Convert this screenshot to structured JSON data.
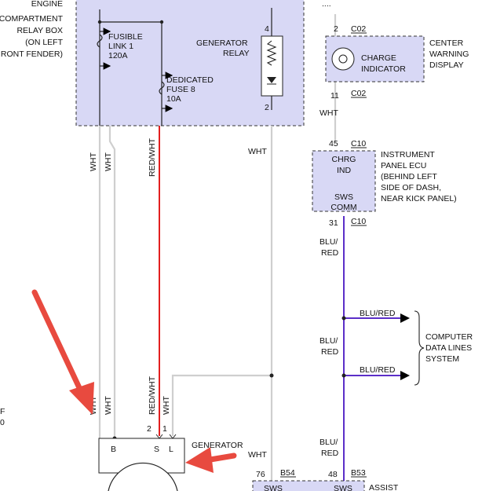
{
  "relay_box": {
    "label": [
      "ENGINE",
      "COMPARTMENT",
      "RELAY BOX",
      "(ON LEFT",
      "RONT FENDER)"
    ],
    "fusible_link": [
      "FUSIBLE",
      "LINK 1",
      "120A"
    ],
    "fuse": [
      "DEDICATED",
      "FUSE 8",
      "10A"
    ],
    "relay": [
      "GENERATOR",
      "RELAY"
    ],
    "relay_pins": {
      "top": "4",
      "bottom": "2"
    }
  },
  "charge_indicator": {
    "label": [
      "CHARGE",
      "INDICATOR"
    ],
    "display": [
      "CENTER",
      "WARNING",
      "DISPLAY"
    ],
    "top_pin": "2",
    "top_connector": "C02",
    "bottom_pin": "11",
    "bottom_connector": "C02",
    "top_dots": "...."
  },
  "ecu": {
    "top_pin": "45",
    "top_connector": "C10",
    "chrg": [
      "CHRG",
      "IND"
    ],
    "sws": [
      "SWS",
      "COMM"
    ],
    "bottom_pin": "31",
    "bottom_connector": "C10",
    "label": [
      "INSTRUMENT",
      "PANEL ECU",
      "(BEHIND LEFT",
      "SIDE OF DASH,",
      "NEAR KICK PANEL)"
    ]
  },
  "wires": {
    "wht": "WHT",
    "red_wht": "RED/WHT",
    "blu": "BLU/",
    "red": "RED",
    "blu_red": "BLU/RED"
  },
  "computer_lines": [
    "COMPUTER",
    "DATA LINES",
    "SYSTEM"
  ],
  "generator": {
    "label": "GENERATOR",
    "pins": {
      "b": "B",
      "s": "S",
      "l": "L"
    },
    "pin_numbers": {
      "s": "2",
      "l": "1"
    }
  },
  "bottom": {
    "pin_left": "76",
    "conn_left": "B54",
    "pin_right": "48",
    "conn_right": "B53",
    "sws_left": "SWS",
    "sws_right": "SWS",
    "assist": "ASSIST"
  },
  "left_edge": [
    "F",
    "0"
  ],
  "colors": {
    "box_fill": "#d8d8f5",
    "wire_white": "#cfcfcf",
    "wire_red": "#e21f1f",
    "wire_blue": "#5b2fc8",
    "arrow": "#e84a3f"
  }
}
